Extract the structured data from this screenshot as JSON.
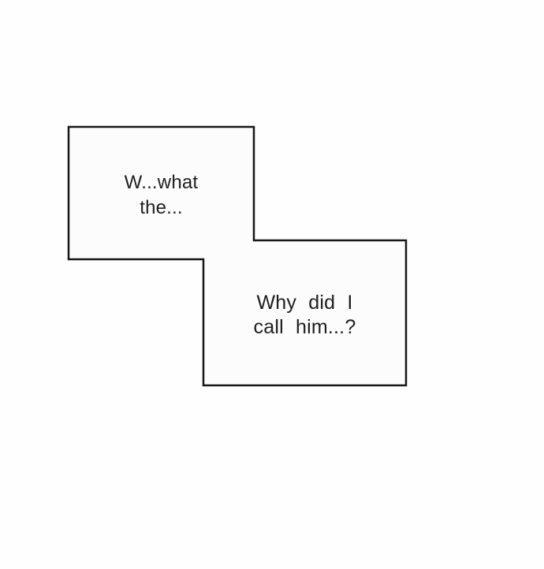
{
  "page": {
    "type": "comic-panel",
    "background_color": "#fefefe"
  },
  "panel": {
    "outline_color": "#161616",
    "fill_color": "#fcfcfc",
    "text_color": "#1e1e1e",
    "bubbles": [
      {
        "id": "caption-box-1",
        "text": "W...what\nthe..."
      },
      {
        "id": "caption-box-2",
        "text": "Why did I\ncall him...?"
      }
    ]
  }
}
